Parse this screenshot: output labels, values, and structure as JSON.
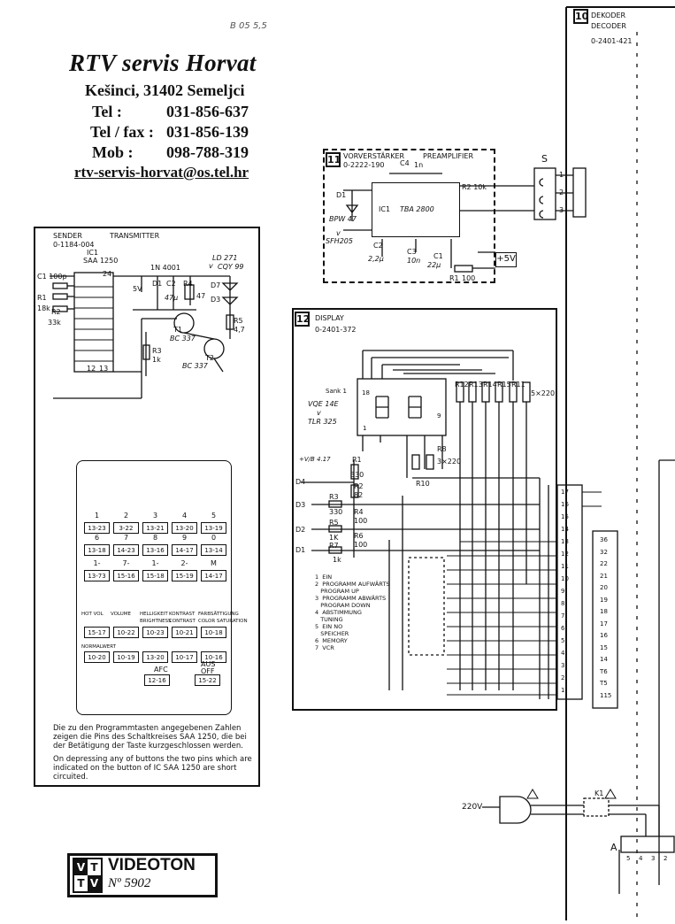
{
  "header": {
    "title": "RTV servis Horvat",
    "address": "Kešinci, 31402 Semeljci",
    "tel_label": "Tel :",
    "tel": "031-856-637",
    "fax_label": "Tel / fax :",
    "fax": "031-856-139",
    "mob_label": "Mob :",
    "mob": "098-788-319",
    "email": "rtv-servis-horvat@os.tel.hr"
  },
  "decoder": {
    "num": "10",
    "name": "DEKODER",
    "name2": "DECODER",
    "part": "0-2401-421"
  },
  "preamp": {
    "num": "11",
    "title": "VORVERSTÄRKER",
    "title2": "PREAMPLIFIER",
    "part": "0-2222-190",
    "ic": "IC1",
    "ic_type": "TBA 2800",
    "d1": "D1",
    "d1_type": "BPW 47",
    "d1_or": "v",
    "d1_alt": "SFH205",
    "r2": "R2 10k",
    "c4": "C4",
    "c4_val": "1n",
    "c2": "C2",
    "c2_val": "2,2µ",
    "c3": "C3",
    "c3_val": "10n",
    "c1": "C1",
    "c1_val": "22µ",
    "r1": "R1",
    "r1_val": "100",
    "supply": "+5V"
  },
  "socket": {
    "name": "S",
    "pins": [
      "1",
      "2",
      "3"
    ]
  },
  "transmitter": {
    "title": "SENDER",
    "title2": "TRANSMITTER",
    "part": "0-1184-004",
    "ic": "IC1",
    "ic_type": "SAA 1250",
    "c1": "C1 100p",
    "r1": "R1",
    "r1_val": "18k",
    "r2": "R2",
    "r2_val": "33k",
    "d_type": "1N 4001",
    "led": "LD 271",
    "led_or": "v",
    "led_alt": "CQY 99",
    "sv": "5V",
    "d1": "D1",
    "c2": "C2",
    "c2_val": "47µ",
    "r4": "R4",
    "r4_val": "47",
    "d7": "D7",
    "d3": "D3",
    "t1": "T1",
    "t1_type": "BC 337",
    "t2": "T2",
    "t2_type": "BC 337",
    "r3": "R3",
    "r3_val": "1k",
    "r5": "R5",
    "r5_val": "4,7",
    "pin_top": "24",
    "pin_bot1": "12",
    "pin_bot2": "13",
    "keys": [
      [
        "1",
        "2",
        "3",
        "4",
        "5"
      ],
      [
        "13-23",
        "3-22",
        "13-21",
        "13-20",
        "13-19"
      ],
      [
        "6",
        "7",
        "8",
        "9",
        "0"
      ],
      [
        "13-18",
        "14-23",
        "13-16",
        "14-17",
        "13-14"
      ],
      [
        "1-",
        "7-",
        "1-",
        "2-",
        "M"
      ],
      [
        "13-73",
        "15-16",
        "15-18",
        "15-19",
        "14-17"
      ]
    ],
    "func_labels": [
      "HOT VOL",
      "VOLUME",
      "HELLIGKEIT",
      "KONTRAST",
      "FARBSÄTTIGUNG"
    ],
    "func_labels2": [
      "",
      "",
      "BRIGHTNESS",
      "CONTRAST",
      "COLOR SATURATION"
    ],
    "func_keys": [
      "15-17",
      "10-22",
      "10-23",
      "10-21",
      "10-18"
    ],
    "func_row2_labels": [
      "NORMALWERT",
      "",
      "",
      "",
      ""
    ],
    "func_row2": [
      "10-20",
      "10-19",
      "13-20",
      "10-17",
      "10-16"
    ],
    "afc": "AFC",
    "afc_key": "12-16",
    "aus": "AUS",
    "aus2": "OFF",
    "aus_key": "15-22",
    "note_de": "Die zu den Programmtasten angegebenen Zahlen zeigen die Pins des Schaltkreises SAA 1250, die bei der Betätigung der Taste kurzgeschlossen werden.",
    "note_en": "On depressing any of buttons the two pins which are indicated on the button of IC SAA 1250 are short circuited."
  },
  "display": {
    "num": "12",
    "title": "DISPLAY",
    "part": "0-2401-372",
    "disp": "Sank 1",
    "disp_type": "VQE 14E",
    "disp_or": "v",
    "disp_alt": "TLR 325",
    "r12": "R12",
    "r13": "R13",
    "r14": "R14",
    "r15": "R15",
    "r11": "R11",
    "r11_val": "5×220",
    "r8": "R8",
    "r8_val": "3×220",
    "r10": "R10",
    "pin18": "18",
    "pin9": "9",
    "pin1": "1",
    "supply": "+V/B 4.17",
    "r1": "R1",
    "r1_val": "330",
    "r2": "R2",
    "r2_val": "82",
    "r3": "R3",
    "r3_val": "330",
    "r4": "R4",
    "r4_val": "100",
    "r5": "R5",
    "r5_val": "1K",
    "r6": "R6",
    "r6_val": "100",
    "r7": "R7",
    "r7_val": "1k",
    "d1": "D1",
    "d2": "D2",
    "d3": "D3",
    "d4": "D4",
    "legend": [
      "1  EIN",
      "2  PROGRAMM AUFWÄRTS",
      "   PROGRAM UP",
      "3  PROGRAMM ABWÄRTS",
      "   PROGRAM DOWN",
      "4  ABSTIMMUNG",
      "   TUNING",
      "5  EIN NO",
      "   SPEICHER",
      "6  MEMORY",
      "7  VCR"
    ],
    "conn_pins": [
      "17",
      "16",
      "15",
      "14",
      "13",
      "12",
      "11",
      "10",
      "9",
      "8",
      "7",
      "6",
      "5",
      "4",
      "3",
      "2",
      "1"
    ],
    "right_pins": [
      "36",
      "32",
      "22",
      "21",
      "20",
      "19",
      "18",
      "17",
      "16",
      "15",
      "14",
      "T6",
      "T5",
      "115"
    ]
  },
  "mains": {
    "voltage": "220V",
    "switch": "K1",
    "connector": "A",
    "pins": [
      "5",
      "4",
      "3",
      "2"
    ]
  },
  "stamp": {
    "brand": "VIDEOTON",
    "logo_tl": "V",
    "logo_tr": "T",
    "logo_bl": "T",
    "logo_br": "V",
    "serial": "Nº 5902"
  },
  "top_marks": "B 05  5,5"
}
